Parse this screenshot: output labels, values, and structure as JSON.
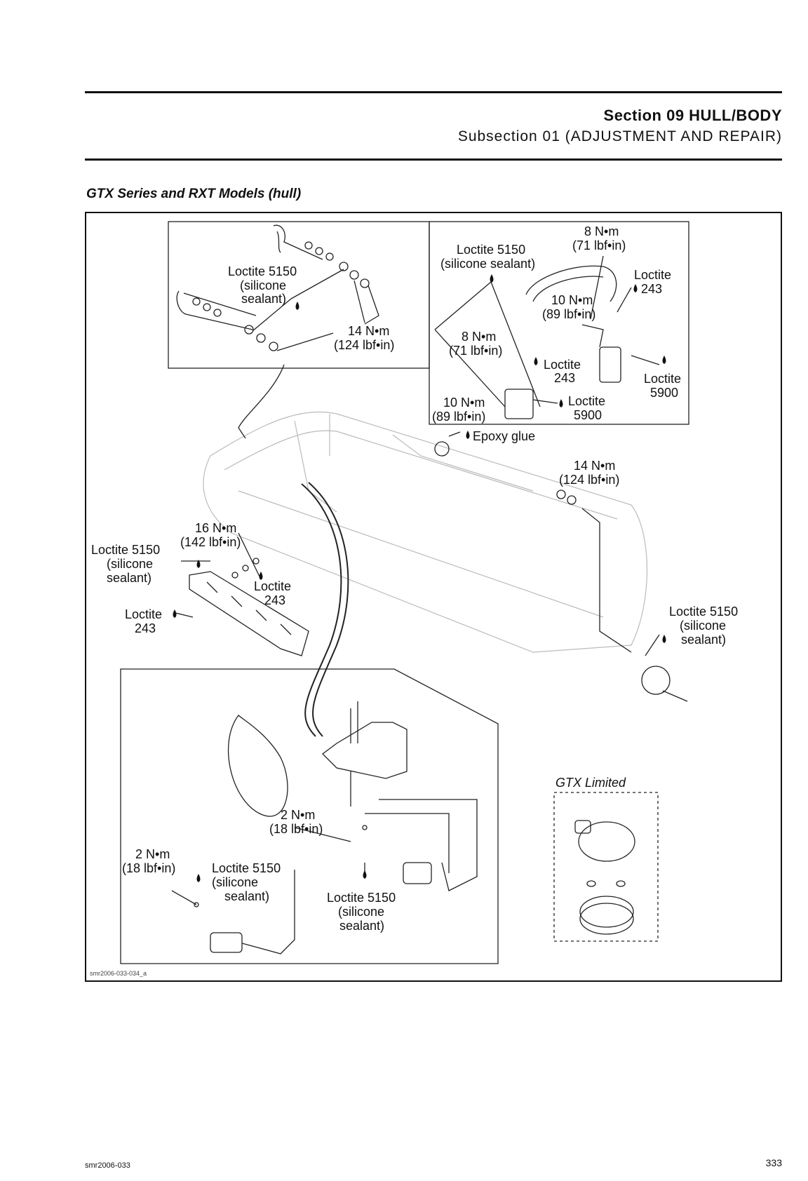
{
  "header": {
    "section": "Section 09 HULL/BODY",
    "subsection": "Subsection 01 (ADJUSTMENT AND REPAIR)"
  },
  "figure": {
    "title": "GTX Series and RXT Models (hull)",
    "code": "smr2006-033-034_a",
    "callouts": {
      "top_left_loctite": [
        "Loctite 5150",
        "(silicone",
        "sealant)"
      ],
      "top_left_torque": [
        "14 N•m",
        "(124 lbf•in)"
      ],
      "top_right_torque_8a": [
        "8 N•m",
        "(71 lbf•in)"
      ],
      "top_right_loctite_5150": [
        "Loctite 5150",
        "(silicone sealant)"
      ],
      "top_right_loctite_243a": [
        "Loctite",
        "243"
      ],
      "top_right_torque_10a": [
        "10 N•m",
        "(89 lbf•in)"
      ],
      "top_right_torque_8b": [
        "8 N•m",
        "(71 lbf•in)"
      ],
      "top_right_loctite_243b": [
        "Loctite",
        "243"
      ],
      "top_right_loctite_5900a": [
        "Loctite",
        "5900"
      ],
      "top_right_torque_10b": [
        "10 N•m",
        "(89 lbf•in)"
      ],
      "top_right_loctite_5900b": [
        "Loctite",
        "5900"
      ],
      "epoxy": "Epoxy glue",
      "mid_right_torque": [
        "14 N•m",
        "(124 lbf•in)"
      ],
      "left_torque": [
        "16 N•m",
        "(142 lbf•in)"
      ],
      "left_loctite_5150": [
        "Loctite 5150",
        "(silicone",
        "sealant)"
      ],
      "left_loctite_243a": [
        "Loctite",
        "243"
      ],
      "left_loctite_243b": [
        "Loctite",
        "243"
      ],
      "right_loctite_5150": [
        "Loctite 5150",
        "(silicone",
        "sealant)"
      ],
      "bottom_torque_2a": [
        "2 N•m",
        "(18 lbf•in)"
      ],
      "bottom_torque_2b": [
        "2 N•m",
        "(18 lbf•in)"
      ],
      "bottom_loctite_5150a": [
        "Loctite 5150",
        "(silicone",
        "sealant)"
      ],
      "bottom_loctite_5150b": [
        "Loctite 5150",
        "(silicone",
        "sealant)"
      ],
      "gtx_limited": "GTX Limited"
    }
  },
  "footer": {
    "doc_code": "smr2006-033",
    "page_number": "333"
  }
}
